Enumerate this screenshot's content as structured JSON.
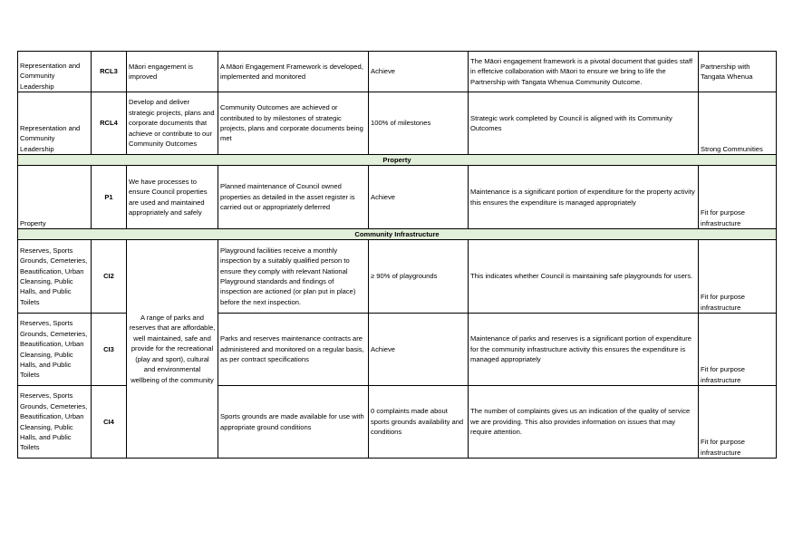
{
  "table": {
    "rows": [
      {
        "kind": "data",
        "activity": "Representation and Community Leadership",
        "code": "RCL3",
        "objective": "Māori engagement is improved",
        "measure": "A Māori Engagement Framework is developed, implemented and monitored",
        "target": "Achieve",
        "rationale": "The Māori engagement framework is a pivotal document that guides staff in effetcive collaboration with Māori to ensure we bring to life the Partnership with Tangata Whenua Community Outcome.",
        "outcome": "Partnership with Tangata Whenua"
      },
      {
        "kind": "data",
        "activity": "Representation and Community Leadership",
        "code": "RCL4",
        "objective": "Develop and deliver strategic projects, plans and corporate documents that achieve or contribute to our Community Outcomes",
        "measure": "Community Outcomes are achieved or contributed to by  milestones of strategic projects, plans and corporate documents being met",
        "target": "100% of milestones",
        "rationale": "Strategic work completed by Council is aligned with its Community Outcomes",
        "outcome": "Strong Communities"
      },
      {
        "kind": "section",
        "title": "Property"
      },
      {
        "kind": "data",
        "activity": "Property",
        "code": "P1",
        "objective": "We have processes to ensure Council properties are used and maintained appropriately and safely",
        "measure": "Planned maintenance of Council owned properties as detailed in the asset register is carried out or appropriately deferred",
        "target": "Achieve",
        "rationale": "Maintenance is a significant portion of expenditure for the property activity this ensures the  expenditure is managed appropriately",
        "outcome": "Fit for purpose infrastructure"
      },
      {
        "kind": "section",
        "title": "Community Infrastructure"
      },
      {
        "kind": "data",
        "activity": "Reserves, Sports Grounds, Cemeteries, Beautification, Urban Cleansing, Public Halls, and Public Toilets",
        "code": "CI2",
        "objective": "A range of parks and reserves that are affordable, well maintained, safe and provide for the recreational (play and sport), cultural and environmental wellbeing of the community",
        "measure": "Playground facilities receive a monthly inspection by a suitably qualified person  to ensure they comply with relevant National Playground standards and findings of inspection are actioned (or plan put in place) before the next inspection.",
        "target": "≥ 90% of playgrounds",
        "rationale": "This indicates  whether Council is maintaining safe playgrounds for users.",
        "outcome": "Fit for purpose infrastructure"
      },
      {
        "kind": "data",
        "activity": "Reserves, Sports Grounds, Cemeteries, Beautification, Urban Cleansing, Public Halls, and Public Toilets",
        "code": "CI3",
        "measure": "Parks and reserves maintenance contracts are administered and monitored on a regular basis, as per contract specifications",
        "target": "Achieve",
        "rationale": "Maintenance of parks and reserves  is a significant portion of expenditure for the community infrastructure  activity this ensures the expenditure is managed appropriately",
        "outcome": "Fit for purpose infrastructure"
      },
      {
        "kind": "data",
        "activity": "Reserves, Sports Grounds, Cemeteries, Beautification, Urban Cleansing, Public Halls, and Public Toilets",
        "code": "CI4",
        "measure": "Sports grounds are made available for use with appropriate  ground conditions",
        "target": "0 complaints made  about sports grounds availability and conditions",
        "rationale": "The number of complaints gives us an indication of the quality of service we are providing. This also provides information on issues that may require attention.",
        "outcome": "Fit for purpose infrastructure"
      }
    ]
  }
}
